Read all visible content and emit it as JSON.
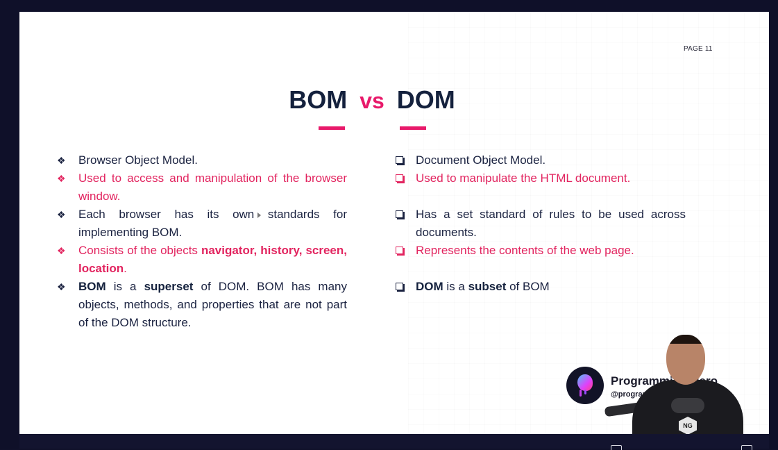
{
  "page_label": "PAGE 11",
  "title": {
    "left": "BOM",
    "vs": "vs",
    "right": "DOM"
  },
  "colors": {
    "accent": "#e8196a",
    "navy": "#14213d",
    "pink_text": "#e2245f",
    "dark_text": "#1a2240"
  },
  "left_bullet_icon": "diamond-bullet-icon",
  "right_bullet_icon": "square-bullet-icon",
  "bom": {
    "items": [
      [
        "Browser Object Model."
      ],
      [
        "Used to access and manipulation of the browser window."
      ],
      [
        "Each browser has its own standards for implementing BOM."
      ],
      [
        "Consists of the objects ",
        "navigator, history, screen, location",
        "."
      ],
      [
        "BOM",
        " is a ",
        "superset",
        " of DOM. BOM has many objects, methods, and properties that are not part of the DOM structure."
      ]
    ]
  },
  "dom": {
    "items": [
      [
        "Document Object Model."
      ],
      [
        "Used to manipulate the HTML document."
      ],
      [
        "Has a set standard of rules to be used across documents."
      ],
      [
        "Represents the contents of the web page."
      ],
      [
        "DOM",
        " is a ",
        "subset",
        " of BOM"
      ]
    ]
  },
  "brand": {
    "name": "Programming Hero",
    "handle": "@programminghero"
  },
  "webcam": {
    "badge": "NG"
  }
}
